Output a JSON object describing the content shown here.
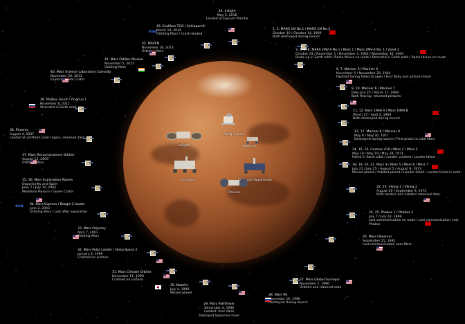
{
  "missions": [
    {
      "id": "m01",
      "lines": [
        "44. InSight",
        "May 5, 2018",
        "Landed at Elysium Planitia"
      ]
    },
    {
      "id": "m02",
      "lines": [
        "1, 2. MARS 1M No.1 / MARS 1M No.2",
        "October 10 / October 14, 1960",
        "Both destroyed during launch"
      ]
    },
    {
      "id": "m03",
      "lines": [
        "3, 4, 5, 8. MARS 2MV-4 No.1 / Mars 1 / Mars 2MV-3 No. 1 / Zond 2",
        "October 24 / November 1 / November 4, 1962 / November 30, 1964",
        "Broke up in Earth orbit / Radio failure en route / Stranded in Earth orbit / Radio failure en route"
      ]
    },
    {
      "id": "m04",
      "lines": [
        "6, 7. Mariner 3 / Mariner 4",
        "November 5 / November 28, 1964",
        "Payload fairing failed to open / First flyby and picture return"
      ]
    },
    {
      "id": "m05",
      "lines": [
        "9, 10. Mariner 6 / Mariner 7",
        "February 25 / March 27, 1969",
        "Both flew by, returned pictures"
      ]
    },
    {
      "id": "m06",
      "lines": [
        "11, 12. Mars 1969 A / Mars 1969 B",
        "March 27 / April 2, 1969",
        "Both destroyed during launch"
      ]
    },
    {
      "id": "m07",
      "lines": [
        "13, 17. Mariner 8 / Mariner 9",
        "May 8 / May 30, 1971",
        "Destroyed during launch / First probe to orbit Mars"
      ]
    },
    {
      "id": "m08",
      "lines": [
        "14, 15, 16. Cosmos 419 / Mars 2 / Mars 3",
        "May 10 / May 19 / May 28, 1971",
        "Failed in Earth orbit / Lander crashed / Lander failed"
      ]
    },
    {
      "id": "m09",
      "lines": [
        "18, 19, 20, 21. Mars 4 / Mars 5 / Mars 6 / Mars 7",
        "July 21 / July 25 / August 5 / August 9, 1973",
        "Missed planet / Orbited planet / Lander failed / Lander failed in orbit"
      ]
    },
    {
      "id": "m10",
      "lines": [
        "22, 23. Viking 1 / Viking 2",
        "August 20 / September 9, 1975",
        "Both landers and orbiters returned data"
      ]
    },
    {
      "id": "m11",
      "lines": [
        "24, 25. Phobos 1 / Phobos 2",
        "July 7 / July 12, 1988",
        "Lost communication en route / Lost communication near Phobos"
      ]
    },
    {
      "id": "m12",
      "lines": [
        "26. Mars Observer",
        "September 25, 1992",
        "Lost communication near Mars"
      ]
    },
    {
      "id": "m13",
      "lines": [
        "27. Mars Global Surveyor",
        "November 7, 1996",
        "Orbited and returned data"
      ]
    },
    {
      "id": "m14",
      "lines": [
        "28. Mars 96",
        "November 16, 1996",
        "Destroyed during launch"
      ]
    },
    {
      "id": "m15",
      "lines": [
        "29. Mars Pathfinder",
        "December 4, 1996",
        "Landed: Ares Vallis",
        "Deployed Sojourner rover"
      ]
    },
    {
      "id": "m16",
      "lines": [
        "30. Nozomi",
        "July 4, 1998",
        "Missed planet"
      ]
    },
    {
      "id": "m17",
      "lines": [
        "31. Mars Climate Orbiter",
        "December 11, 1998",
        "Crashed on surface"
      ]
    },
    {
      "id": "m18",
      "lines": [
        "32. Mars Polar Lander / Deep Space 2",
        "January 3, 1999",
        "Crashed on surface"
      ]
    },
    {
      "id": "m19",
      "lines": [
        "33. Mars Odyssey",
        "April 7, 2001",
        "Orbiting Mars"
      ]
    },
    {
      "id": "m20",
      "lines": [
        "34. Mars Express / Beagle 2 lander",
        "June 2, 2003",
        "Orbiting Mars / Lost after separation"
      ]
    },
    {
      "id": "m21",
      "lines": [
        "35, 36. Mars Exploration Rovers",
        "Opportunity and Spirit",
        "June 7 / July 10, 2003",
        "Meridiani Planum / Gusev Crater"
      ]
    },
    {
      "id": "m22",
      "lines": [
        "37. Mars Reconnaissance Orbiter",
        "August 12, 2005",
        "Orbiting Mars"
      ]
    },
    {
      "id": "m23",
      "lines": [
        "38. Phoenix",
        "August 4, 2007",
        "Landed at northern polar region, returned data"
      ]
    },
    {
      "id": "m24",
      "lines": [
        "39. Phobos Grunt / Yinghuo 1",
        "November 8, 2011",
        "Stranded in Earth orbit"
      ]
    },
    {
      "id": "m25",
      "lines": [
        "40. Mars Science Laboratory Curiosity",
        "November 26, 2011",
        "Exploring Gale Crater"
      ]
    },
    {
      "id": "m26",
      "lines": [
        "41. Mars Orbiter Mission",
        "November 5, 2013",
        "Orbiting Mars"
      ]
    },
    {
      "id": "m27",
      "lines": [
        "42. MAVEN",
        "November 18, 2013",
        "Orbiting Mars"
      ]
    },
    {
      "id": "m28",
      "lines": [
        "43. ExoMars TGO / Schiaparelli",
        "March 14, 2016",
        "Orbiting Mars / Crash-landed"
      ]
    }
  ],
  "surface_labels": [
    "InSight",
    "Viking 1 and 2",
    "Sojourner",
    "Curiosity",
    "Spirit and Opportunity",
    "Phoenix"
  ],
  "agency_marks": {
    "esa": "esa"
  },
  "colors": {
    "background": "#000000",
    "label_text": "#d8d8d8",
    "ussr_flag": "#cc0000",
    "mars_core": "#b86c3a",
    "polar_cap": "#f5e6d2"
  },
  "flag_types": [
    "us",
    "ussr",
    "ru",
    "in",
    "jp",
    "esa"
  ]
}
